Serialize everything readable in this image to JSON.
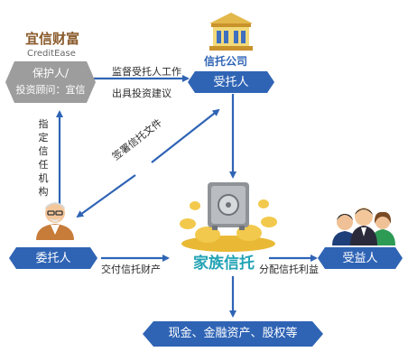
{
  "brand": {
    "name_cn": "宜信财富",
    "name_en": "CreditEase"
  },
  "advisor": {
    "line1": "保护人/",
    "line2": "投资顾问：宜信"
  },
  "trust_company": {
    "title": "信托公司",
    "role": "受托人"
  },
  "settlor": {
    "label": "委托人"
  },
  "beneficiary": {
    "label": "受益人"
  },
  "family_trust": {
    "label": "家族信托"
  },
  "assets": {
    "label": "现金、金融资产、股权等"
  },
  "links": {
    "supervise": "监督受托人工作",
    "advise": "出具投资建议",
    "designate": [
      "指",
      "定",
      "信",
      "任",
      "机",
      "构"
    ],
    "sign": "签署信托文件",
    "deliver": "交付信托财产",
    "distribute": "分配信托利益"
  },
  "colors": {
    "blue": "#2f64b5",
    "gray_pill": "#9d9d9d",
    "gold": "#e0a51c",
    "brand_brown": "#8a5a2b",
    "teal_text": "#23a3b5"
  }
}
